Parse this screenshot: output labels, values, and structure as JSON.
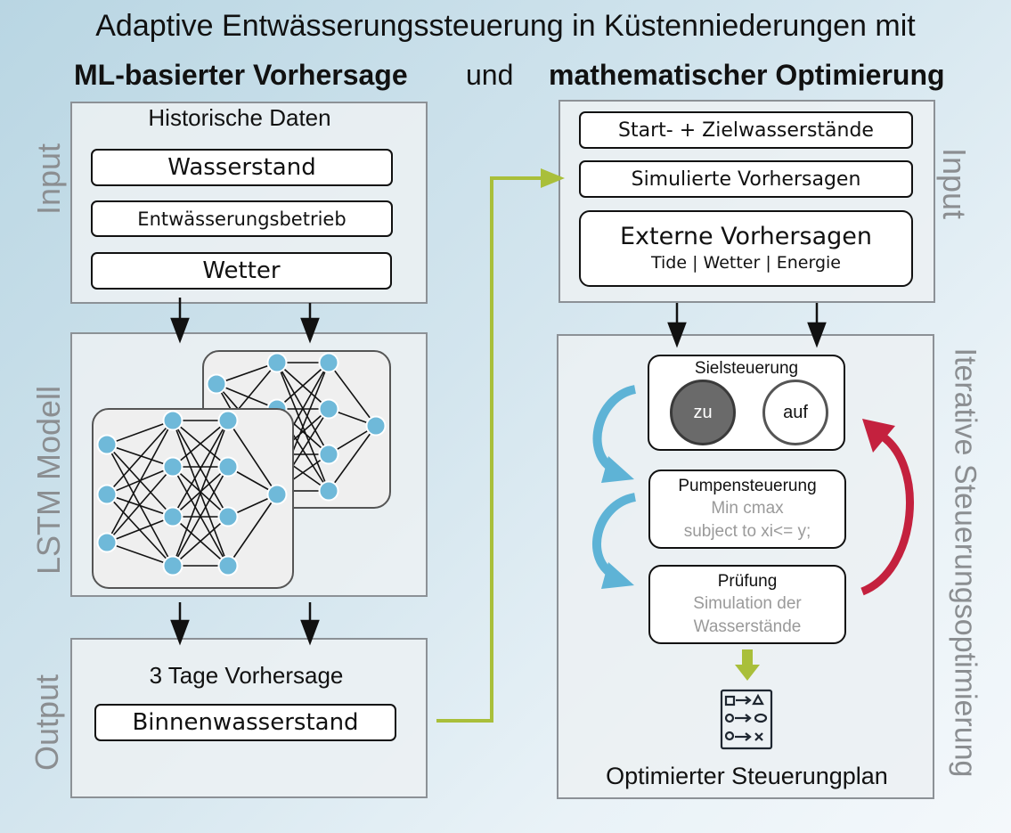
{
  "title": {
    "line1": "Adaptive Entwässerungssteuerung in Küstenniederungen mit",
    "part1": "ML-basierter Vorhersage",
    "conj": "und",
    "part2": "mathematischer Optimierung"
  },
  "left": {
    "input_label": "Input",
    "model_label": "LSTM Modell",
    "output_label": "Output",
    "historische_title": "Historische Daten",
    "inputs": [
      "Wasserstand",
      "Entwässerungsbetrieb",
      "Wetter"
    ],
    "output_title": "3 Tage Vorhersage",
    "output_box": "Binnenwasserstand"
  },
  "right": {
    "input_label": "Input",
    "iter_label": "Iterative Steuerungsoptimierung",
    "inputs": [
      "Start- + Zielwasserstände",
      "Simulierte Vorhersagen"
    ],
    "extern_title": "Externe Vorhersagen",
    "extern_sub": "Tide | Wetter | Energie",
    "siel_title": "Sielsteuerung",
    "siel_zu": "zu",
    "siel_auf": "auf",
    "pumpen_title": "Pumpensteuerung",
    "pumpen_line1": "Min cmax",
    "pumpen_line2": "subject to xi<= y;",
    "pruef_title": "Prüfung",
    "pruef_line1": "Simulation der",
    "pruef_line2": "Wasserstände",
    "plan_label": "Optimierter Steuerungplan"
  },
  "colors": {
    "green": "#a9bf3a",
    "blue": "#5eb3d6",
    "red": "#c4213e",
    "node": "#6fb9d9",
    "panel_border": "#8c9196",
    "side_label": "#8b8e91"
  },
  "icons": [
    "arrow-down-icon",
    "neural-network-icon",
    "cycle-arrow-icon",
    "feedback-arrow-icon",
    "control-plan-icon"
  ]
}
